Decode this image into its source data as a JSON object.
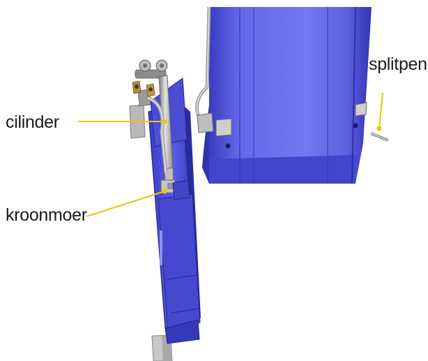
{
  "labels": {
    "cilinder": "cilinder",
    "kroonmoer": "kroonmoer",
    "splitpen": "splitpen"
  },
  "colors": {
    "callout_line": "#f2c200",
    "part_blue": "#4d4fd6",
    "part_blue_dark": "#2f2fa8",
    "part_blue_light": "#6f72ee",
    "metal": "#c9c9c9",
    "metal_dark": "#8a8a8a"
  }
}
